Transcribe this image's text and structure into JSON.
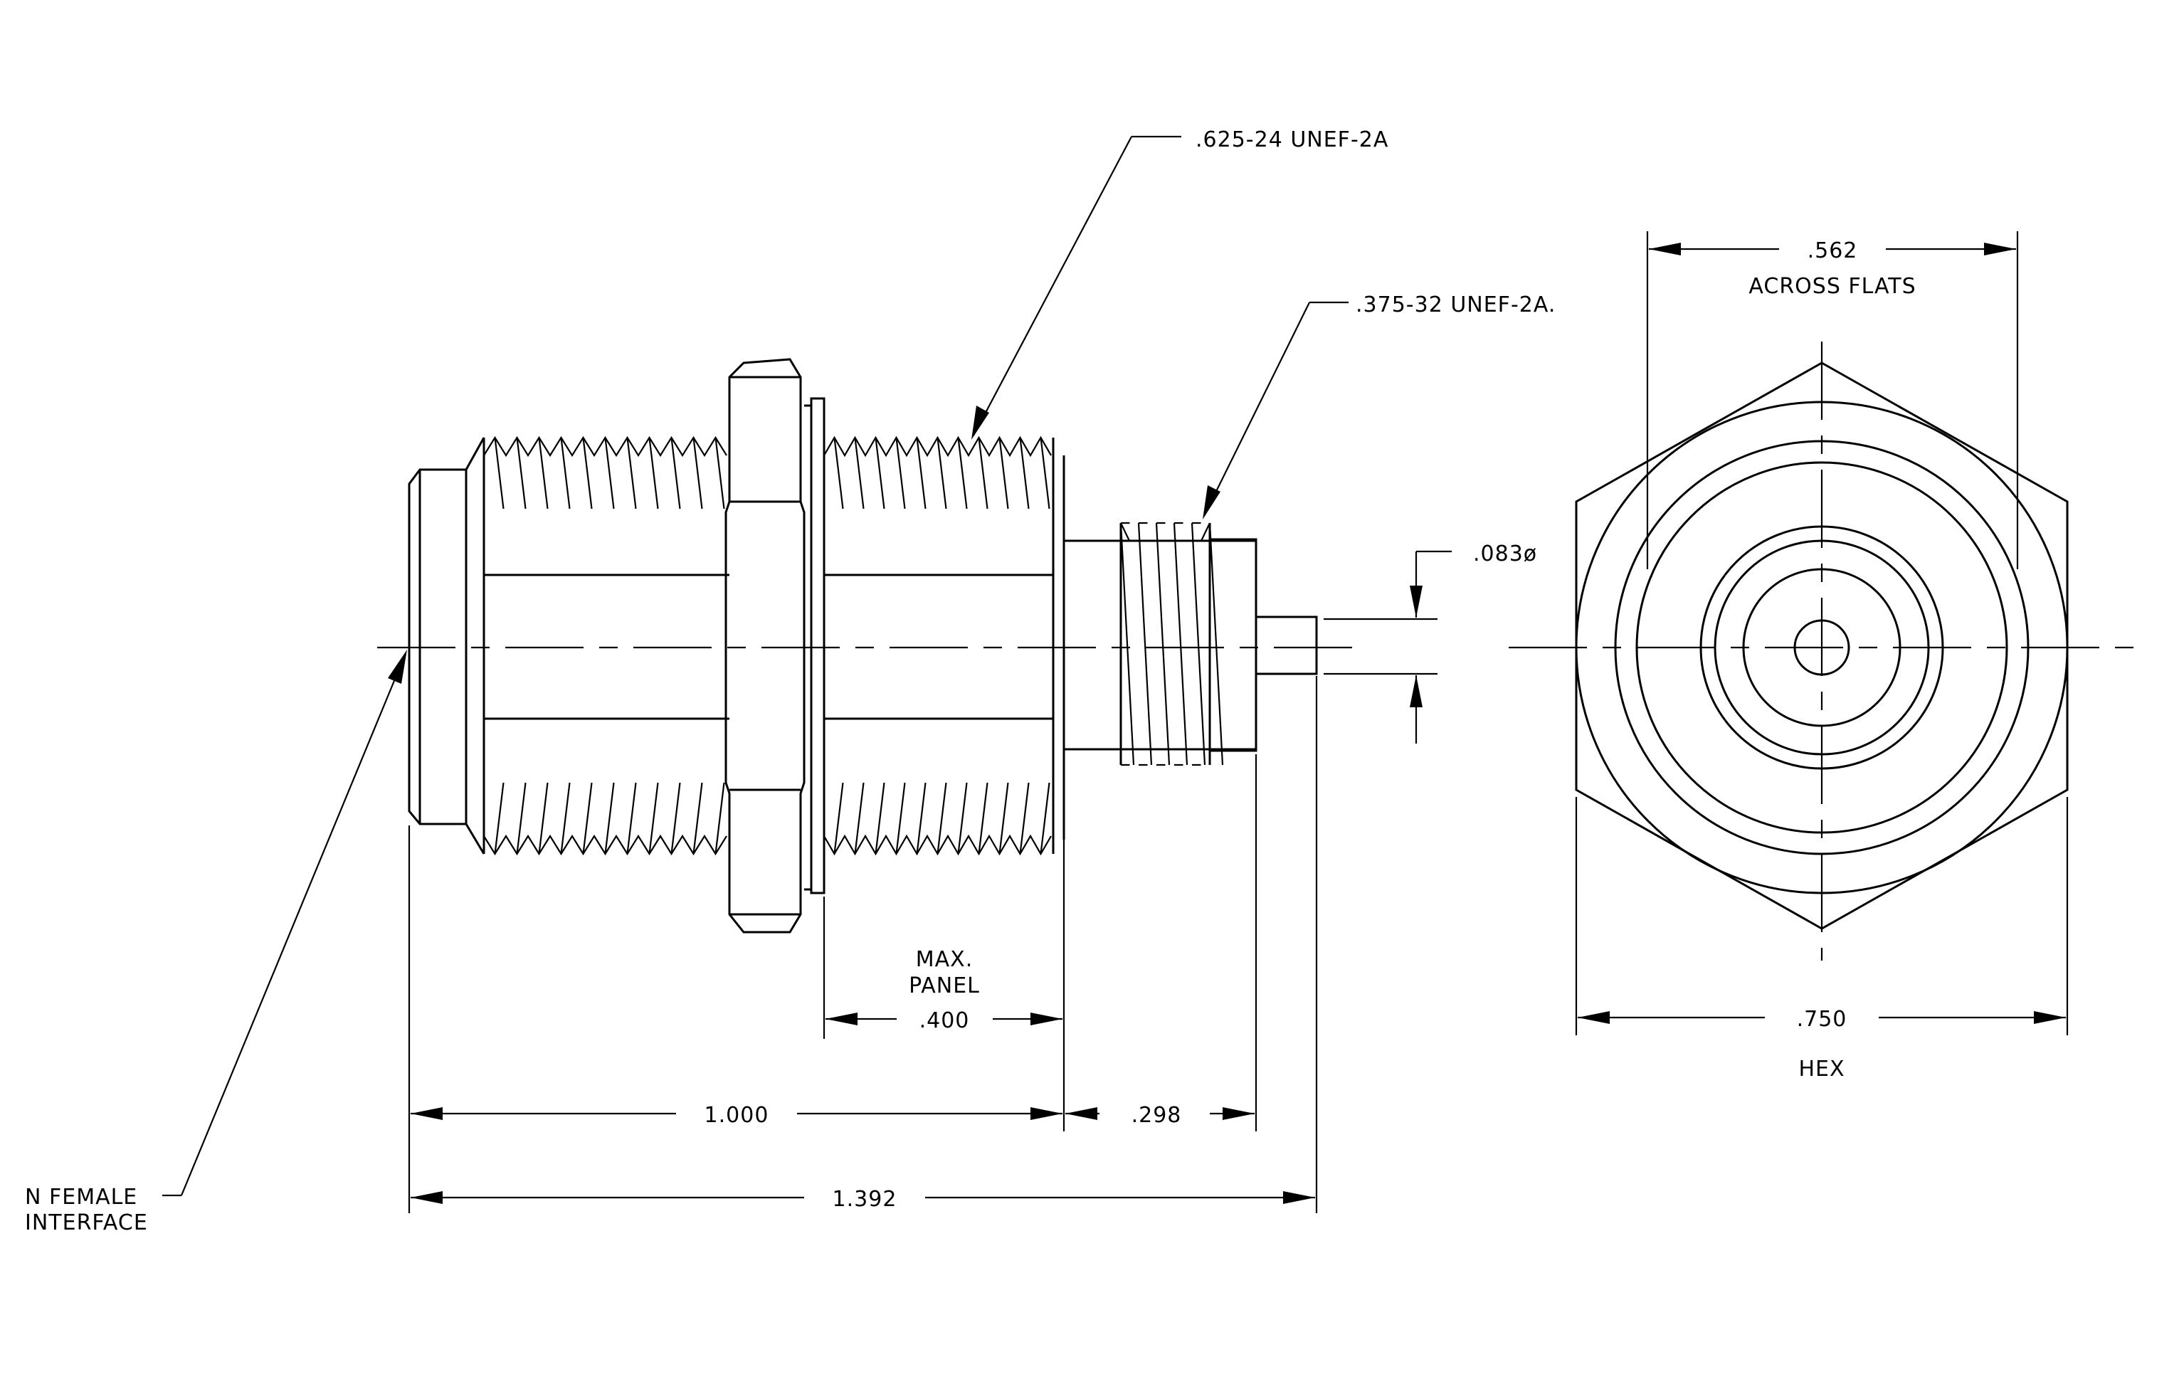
{
  "callouts": {
    "main_thread": ".625-24 UNEF-2A",
    "rear_thread": ".375-32 UNEF-2A.",
    "pin_diameter": ".083ø",
    "interface_line1": "N FEMALE",
    "interface_line2": "INTERFACE"
  },
  "dimensions": {
    "panel_line1": "MAX.",
    "panel_line2": "PANEL",
    "panel_value": ".400",
    "body_length": "1.000",
    "rear_length": ".298",
    "overall_length": "1.392",
    "across_flats_value": ".562",
    "across_flats_label": "ACROSS FLATS",
    "hex_value": ".750",
    "hex_label": "HEX"
  }
}
